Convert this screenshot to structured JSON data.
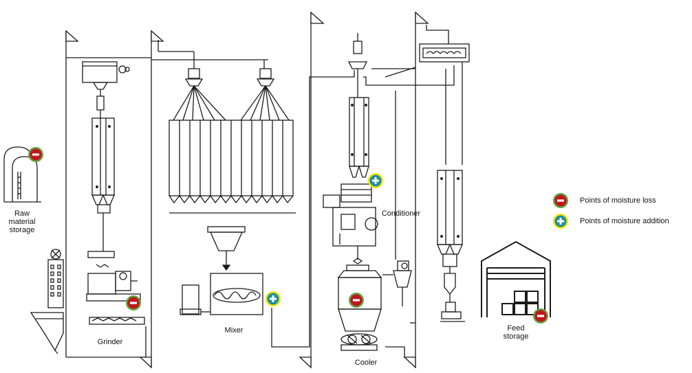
{
  "labels": {
    "raw_material_storage": [
      "Raw",
      "material",
      "storage"
    ],
    "grinder": "Grinder",
    "mixer": "Mixer",
    "conditioner": "Conditioner",
    "cooler": "Cooler",
    "feed_storage": [
      "Feed",
      "storage"
    ]
  },
  "legend": {
    "loss": "Points of moisture loss",
    "addition": "Points of moisture addition"
  },
  "icons": {
    "loss": "moisture-loss-icon",
    "addition": "moisture-addition-icon"
  },
  "colors": {
    "loss_fill": "#c0161d",
    "loss_ring": "#5fa33d",
    "addition_fill": "#1f8ea0",
    "addition_ring": "#f2e400",
    "line": "#1a1a1a"
  }
}
